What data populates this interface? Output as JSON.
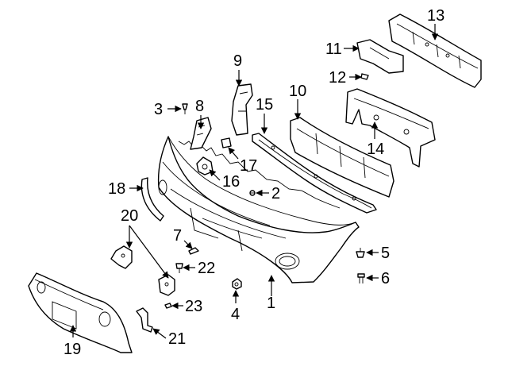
{
  "diagram": {
    "callouts": [
      {
        "id": "1",
        "label": "1"
      },
      {
        "id": "2",
        "label": "2"
      },
      {
        "id": "3",
        "label": "3"
      },
      {
        "id": "4",
        "label": "4"
      },
      {
        "id": "5",
        "label": "5"
      },
      {
        "id": "6",
        "label": "6"
      },
      {
        "id": "7",
        "label": "7"
      },
      {
        "id": "8",
        "label": "8"
      },
      {
        "id": "9",
        "label": "9"
      },
      {
        "id": "10",
        "label": "10"
      },
      {
        "id": "11",
        "label": "11"
      },
      {
        "id": "12",
        "label": "12"
      },
      {
        "id": "13",
        "label": "13"
      },
      {
        "id": "14",
        "label": "14"
      },
      {
        "id": "15",
        "label": "15"
      },
      {
        "id": "16",
        "label": "16"
      },
      {
        "id": "17",
        "label": "17"
      },
      {
        "id": "18",
        "label": "18"
      },
      {
        "id": "19",
        "label": "19"
      },
      {
        "id": "20",
        "label": "20"
      },
      {
        "id": "21",
        "label": "21"
      },
      {
        "id": "22",
        "label": "22"
      },
      {
        "id": "23",
        "label": "23"
      }
    ]
  }
}
